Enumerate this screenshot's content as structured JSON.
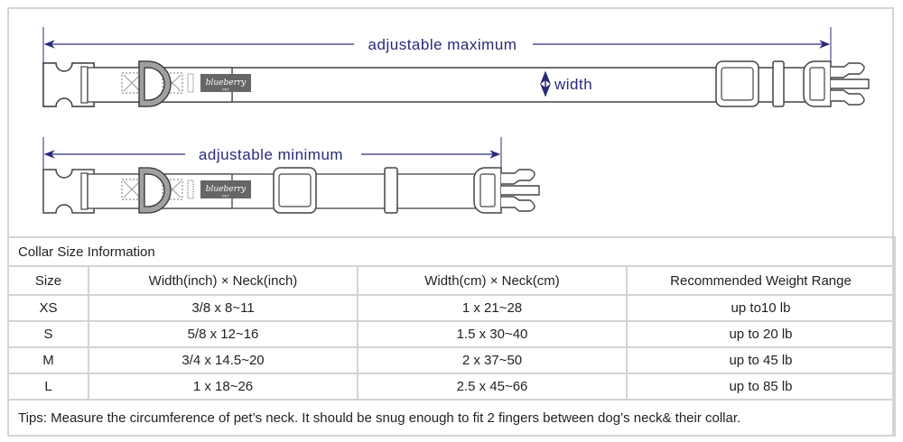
{
  "diagram": {
    "max_label": "adjustable maximum",
    "min_label": "adjustable minimum",
    "width_label": "width",
    "logo": {
      "text": "blueberry",
      "subtext": "PET"
    },
    "colors": {
      "arrow": "#2a2a7a",
      "outline": "#444444",
      "ring": "#a0a0a0",
      "logo_bg": "#666666"
    }
  },
  "table": {
    "title": "Collar Size Information",
    "headers": [
      "Size",
      "Width(inch)  × Neck(inch)",
      "Width(cm)  × Neck(cm)",
      "Recommended Weight Range"
    ],
    "rows": [
      [
        "XS",
        "3/8 x 8~11",
        "1 x 21~28",
        "up to10 lb"
      ],
      [
        "S",
        "5/8 x 12~16",
        "1.5 x 30~40",
        "up to 20 lb"
      ],
      [
        "M",
        "3/4 x 14.5~20",
        "2 x 37~50",
        "up to 45 lb"
      ],
      [
        "L",
        "1 x 18~26",
        "2.5 x 45~66",
        "up to 85 lb"
      ]
    ],
    "tips": "Tips: Measure the circumference of pet’s neck. It should be snug enough to fit 2 fingers between dog’s neck& their collar."
  }
}
